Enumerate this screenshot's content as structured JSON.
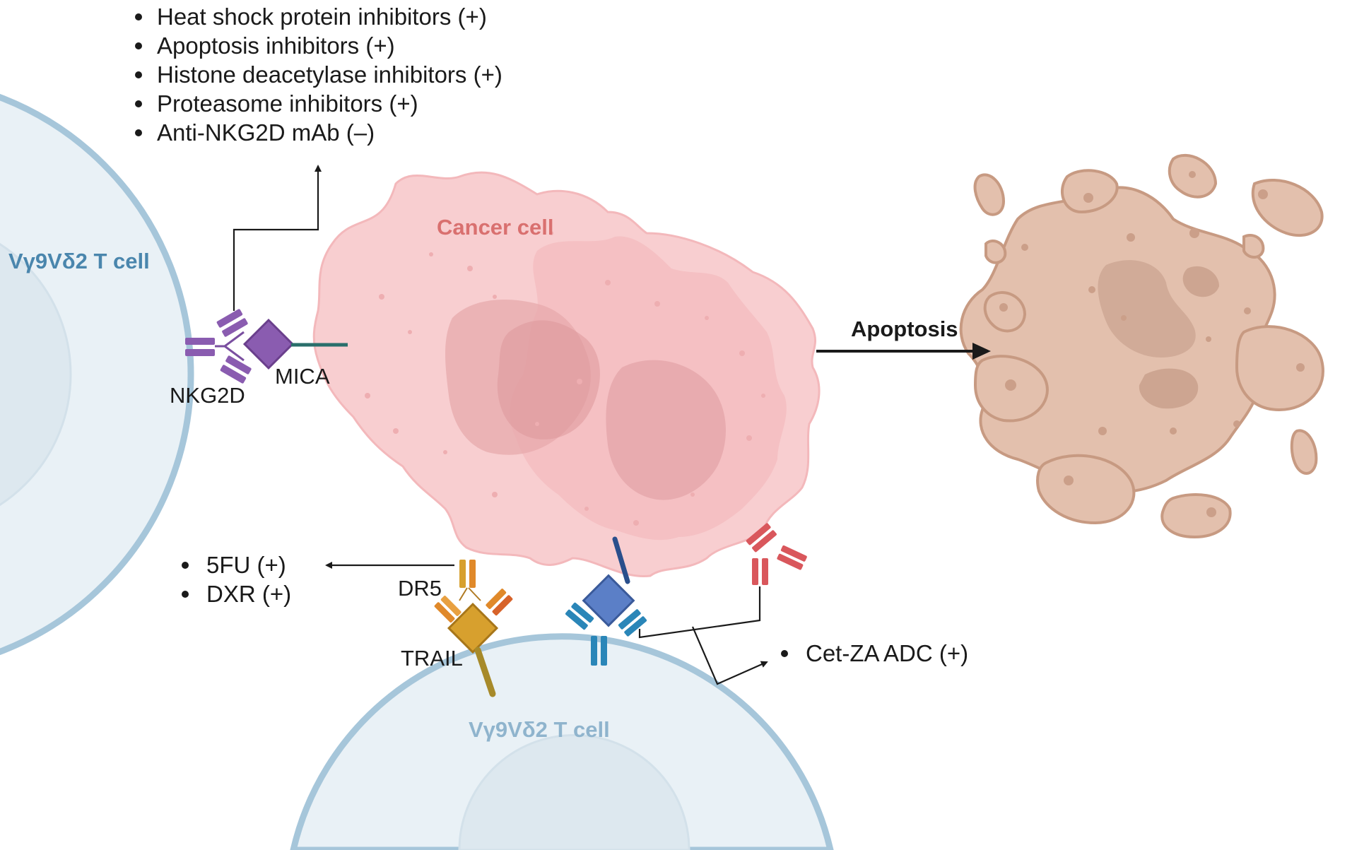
{
  "colors": {
    "tcell_fill": "#e9f1f6",
    "tcell_stroke": "#a6c6da",
    "tcell_label": "#4a86ad",
    "tcell_label_bottom": "#8fb4cd",
    "cancer_fill": "#f7c9cb",
    "cancer_label": "#d9706f",
    "apoptotic_fill": "#e3c0ad",
    "apoptotic_stroke": "#c79a82",
    "nkg2d": "#8a5cb0",
    "mica": "#8a5cb0",
    "trail": "#d7a02e",
    "dr5_orange": "#e0892a",
    "cet_blue": "#5b7fc7",
    "antibody_teal": "#2a86b8",
    "antibody_red": "#d9575c"
  },
  "labels": {
    "tcell_left": "Vγ9Vδ2 T cell",
    "tcell_bottom": "Vγ9Vδ2 T cell",
    "cancer_cell": "Cancer cell",
    "apoptosis": "Apoptosis",
    "nkg2d": "NKG2D",
    "mica": "MICA",
    "dr5": "DR5",
    "trail": "TRAIL"
  },
  "nkg2d_modulators": [
    "Heat shock protein inhibitors (+)",
    "Apoptosis inhibitors (+)",
    "Histone deacetylase inhibitors (+)",
    "Proteasome inhibitors (+)",
    "Anti-NKG2D mAb (–)"
  ],
  "dr5_modulators": [
    "5FU (+)",
    "DXR (+)"
  ],
  "antibody_modulators": [
    "Cet-ZA ADC (+)"
  ]
}
